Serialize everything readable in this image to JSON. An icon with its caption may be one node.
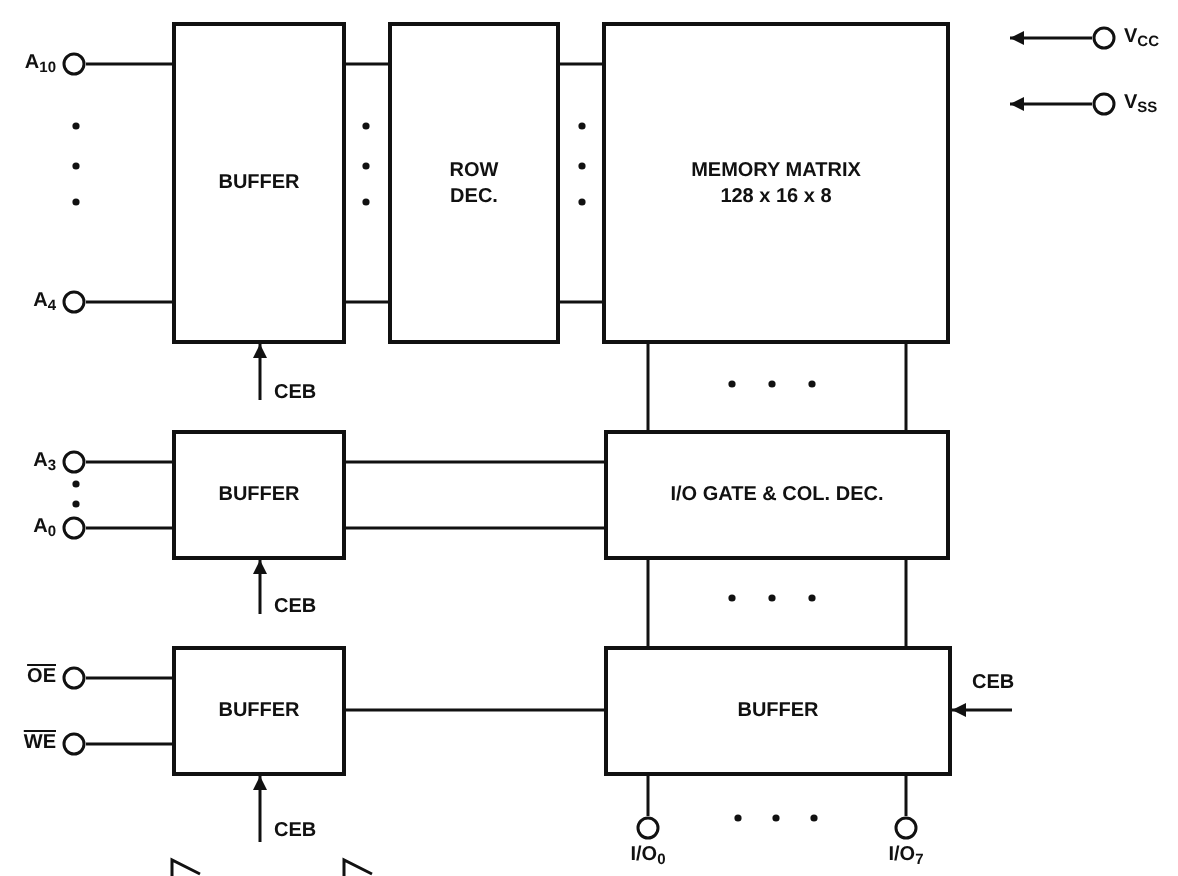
{
  "diagram": {
    "nodes": [
      {
        "text": [
          "A$_{10}$"
        ]
      },
      {
        "text": [
          "A$_{4}$"
        ]
      },
      {
        "text": [
          "BUFFER"
        ]
      },
      {
        "text": [
          "ROW DEC."
        ]
      },
      {
        "text": [
          "MEMORY MATRIX",
          "128 x 16 x 8"
        ]
      },
      {
        "text": [
          "V$_{CC}$"
        ]
      },
      {
        "text": [
          "V$_{SS}$"
        ]
      },
      {
        "text": [
          "A$_{3}$"
        ]
      },
      {
        "text": [
          "A$_{0}$"
        ]
      },
      {
        "text": [
          "BUFFER"
        ]
      },
      {
        "text": [
          "I/O GATE & COL. DEC."
        ]
      },
      {
        "text": [
          "OE"
        ]
      },
      {
        "text": [
          "WE"
        ]
      },
      {
        "text": [
          "BUFFER"
        ]
      },
      {
        "text": [
          "BUFFER"
        ]
      },
      {
        "text": [
          "I/O$_{0}$"
        ]
      },
      {
        "text": [
          "I/O$_{7}$"
        ]
      }
    ],
    "edges": [
      {
        "from": 0,
        "to": 2,
        "arrow": "none"
      },
      {
        "from": 1,
        "to": 2,
        "arrow": "none"
      },
      {
        "from": 2,
        "to": 3,
        "arrow": "none"
      },
      {
        "from": 2,
        "to": 3,
        "arrow": "none"
      },
      {
        "from": 3,
        "to": 4,
        "arrow": "none"
      },
      {
        "from": 3,
        "to": 4,
        "arrow": "none"
      },
      {
        "from": 5,
        "to": null,
        "arrow": "to"
      },
      {
        "from": 6,
        "to": null,
        "arrow": "to"
      },
      {
        "from": null,
        "to": 2,
        "arrow": "to",
        "label": "CEB"
      },
      {
        "from": 7,
        "to": 9,
        "arrow": "none"
      },
      {
        "from": 8,
        "to": 9,
        "arrow": "none"
      },
      {
        "from": 9,
        "to": 10,
        "arrow": "none"
      },
      {
        "from": 9,
        "to": 10,
        "arrow": "none"
      },
      {
        "from": 4,
        "to": 10,
        "arrow": "none"
      },
      {
        "from": 4,
        "to": 10,
        "arrow": "none"
      },
      {
        "from": null,
        "to": 9,
        "arrow": "to",
        "label": "CEB"
      },
      {
        "from": 11,
        "to": 13,
        "arrow": "none"
      },
      {
        "from": 12,
        "to": 13,
        "arrow": "none"
      },
      {
        "from": 13,
        "to": 14,
        "arrow": "none"
      },
      {
        "from": 10,
        "to": 14,
        "arrow": "none"
      },
      {
        "from": 10,
        "to": 14,
        "arrow": "none"
      },
      {
        "from": null,
        "to": 14,
        "arrow": "to",
        "label": "CEB"
      },
      {
        "from": 14,
        "to": 15,
        "arrow": "none"
      },
      {
        "from": 14,
        "to": 16,
        "arrow": "none"
      },
      {
        "from": null,
        "to": 13,
        "arrow": "to",
        "label": "CEB"
      }
    ]
  }
}
